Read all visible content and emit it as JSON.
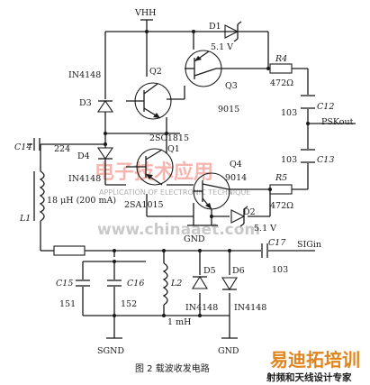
{
  "labels": {
    "vhh": "VHH",
    "d1": "D1",
    "d1_value": "5.1 V",
    "r4": "R4",
    "r4_value": "472Ω",
    "q2": "Q2",
    "q3": "Q3",
    "q3_part": "9015",
    "d3": "D3",
    "d3_part": "IN4148",
    "c12": "C12",
    "c12_value": "103",
    "pskout": "PSKout",
    "q1_part_top": "2SC1815",
    "q1": "Q1",
    "q4": "Q4",
    "q4_part": "9014",
    "q1_part_bottom": "2SA1015",
    "c14": "C14",
    "c14_value": "224",
    "d4": "D4",
    "d4_part": "IN4148",
    "c13": "C13",
    "c13_value": "103",
    "r5": "R5",
    "r5_value": "472Ω",
    "l1_value": "18 μH (200 mA)",
    "l1": "L1",
    "d2": "D2",
    "d2_value": "5.1 V",
    "gnd": "GND",
    "c17": "C17",
    "c17_value": "103",
    "sigin": "SIGin",
    "c15": "C15",
    "c15_value": "151",
    "c16": "C16",
    "c16_value": "152",
    "l2": "L2",
    "l2_value": "1 mH",
    "d5": "D5",
    "d5_part": "IN4148",
    "d6": "D6",
    "d6_part": "IN4148",
    "sgnd": "SGND",
    "gnd_bottom": "GND"
  },
  "caption": "图 2 载波收发电路",
  "watermark": {
    "cn": "电子技术应用",
    "en": "APPLICATION OF ELECTRONIC TECHNIQUE",
    "url": "www.chinaaet.com"
  },
  "logo": {
    "big": "易迪拓培训",
    "small": "射频和天线设计专家"
  }
}
